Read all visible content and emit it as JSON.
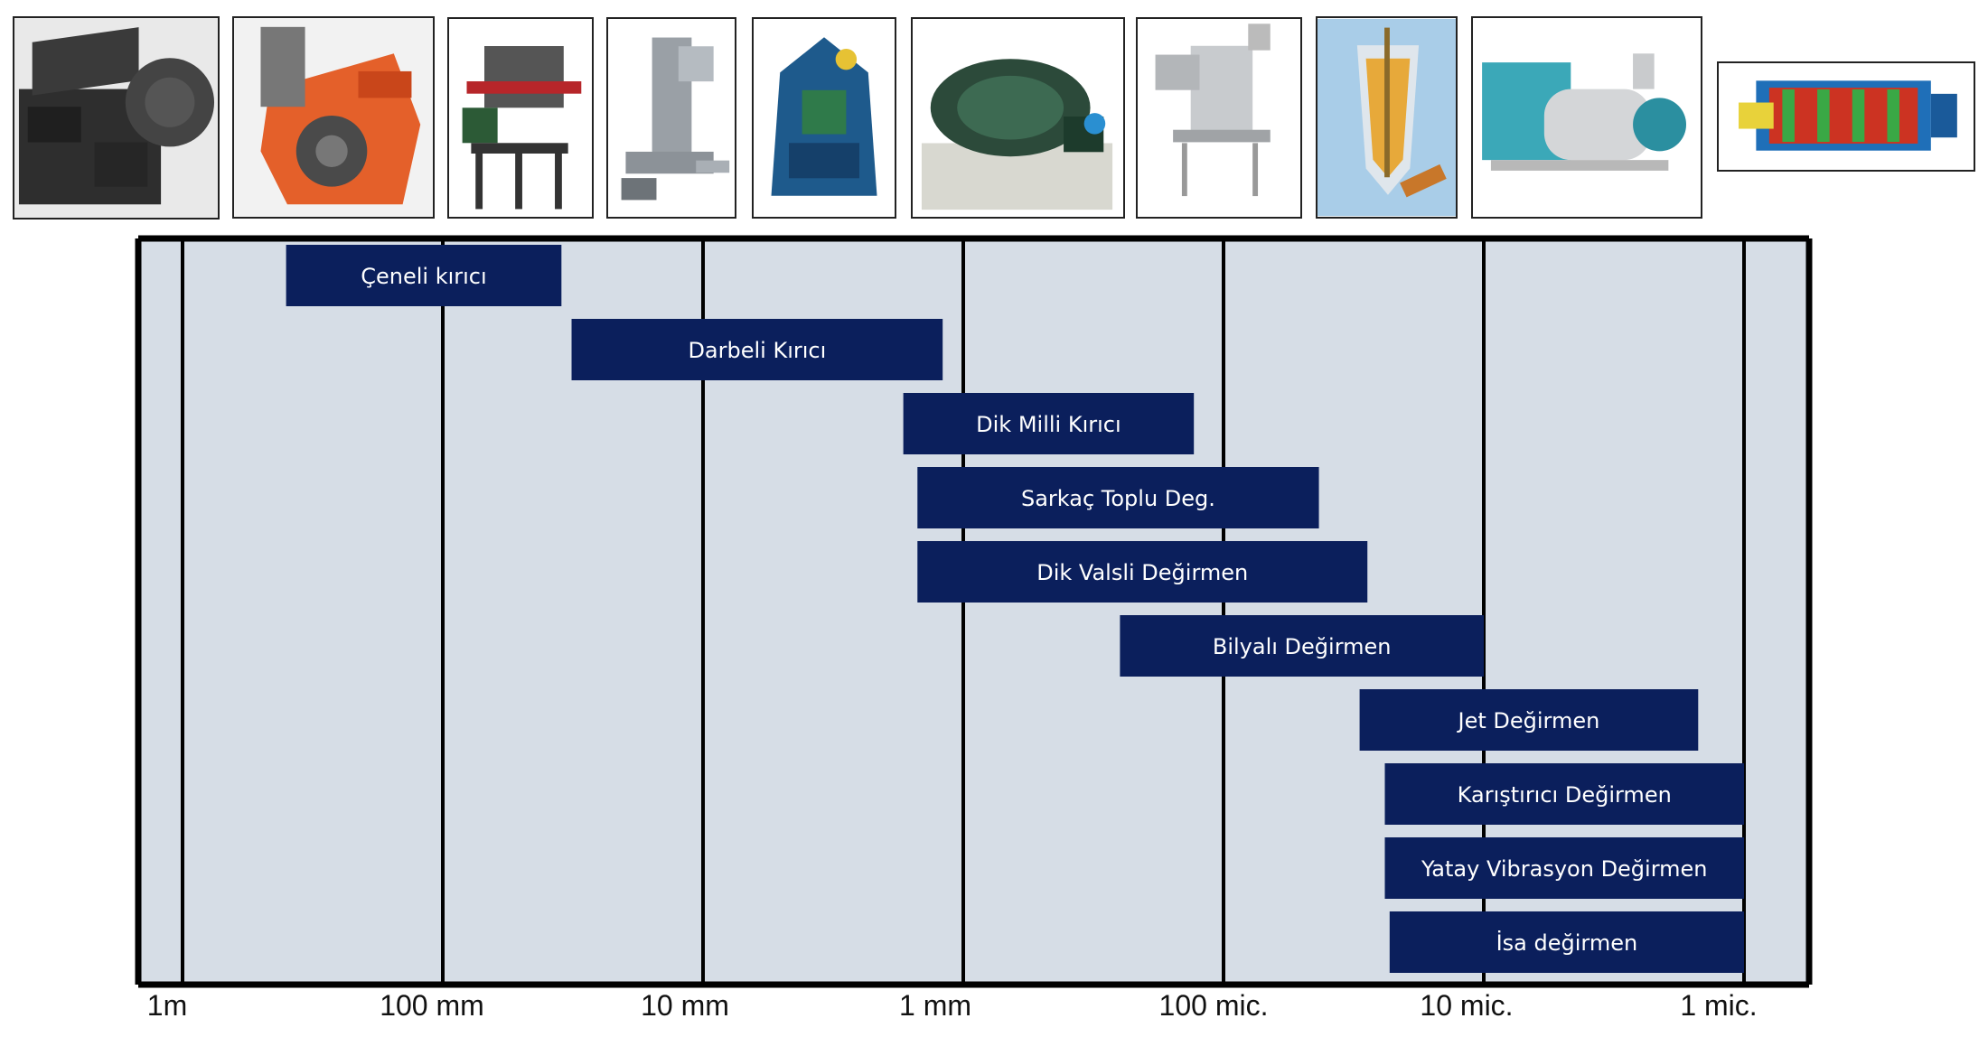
{
  "machine_images": [
    {
      "icon": "jaw-crusher-image"
    },
    {
      "icon": "impact-crusher-image"
    },
    {
      "icon": "vertical-shaft-crusher-image"
    },
    {
      "icon": "pendulum-roller-mill-image"
    },
    {
      "icon": "vertical-roller-mill-image"
    },
    {
      "icon": "ball-mill-image"
    },
    {
      "icon": "jet-mill-image"
    },
    {
      "icon": "agitator-mill-image"
    },
    {
      "icon": "horizontal-vibration-mill-image"
    },
    {
      "icon": "isa-mill-image"
    }
  ],
  "chart_data": {
    "type": "bar",
    "orientation": "horizontal-range",
    "x_scale": "log",
    "x_direction": "decreasing particle size",
    "x_tick_labels": [
      "1m",
      "100 mm",
      "10 mm",
      "1 mm",
      "100 mic.",
      "10 mic.",
      "1 mic."
    ],
    "x_tick_values_m": [
      1,
      0.1,
      0.01,
      0.001,
      0.0001,
      1e-05,
      1e-06
    ],
    "xlim_m": [
      1.5,
      5.5e-07
    ],
    "grid": true,
    "series": [
      {
        "name": "Çeneli kırıcı",
        "from_m": 0.4,
        "to_m": 0.035
      },
      {
        "name": "Darbeli Kırıcı",
        "from_m": 0.032,
        "to_m": 0.0012
      },
      {
        "name": "Dik Milli Kırıcı",
        "from_m": 0.0017,
        "to_m": 0.00013
      },
      {
        "name": "Sarkaç Toplu Deg.",
        "from_m": 0.0015,
        "to_m": 4.3e-05
      },
      {
        "name": "Dik Valsli Değirmen",
        "from_m": 0.0015,
        "to_m": 2.8e-05
      },
      {
        "name": "Bilyalı Değirmen",
        "from_m": 0.00025,
        "to_m": 1e-05
      },
      {
        "name": "Jet Değirmen",
        "from_m": 3e-05,
        "to_m": 1.5e-06
      },
      {
        "name": "Karıştırıcı Değirmen",
        "from_m": 2.4e-05,
        "to_m": 1e-06
      },
      {
        "name": "Yatay Vibrasyon Değirmen",
        "from_m": 2.4e-05,
        "to_m": 1e-06
      },
      {
        "name": "İsa değirmen",
        "from_m": 2.3e-05,
        "to_m": 1e-06
      }
    ],
    "colors": {
      "bar": "#0b1f5c",
      "background": "#d6dde6",
      "grid": "#000000",
      "frame": "#000000",
      "label": "#ffffff"
    }
  }
}
